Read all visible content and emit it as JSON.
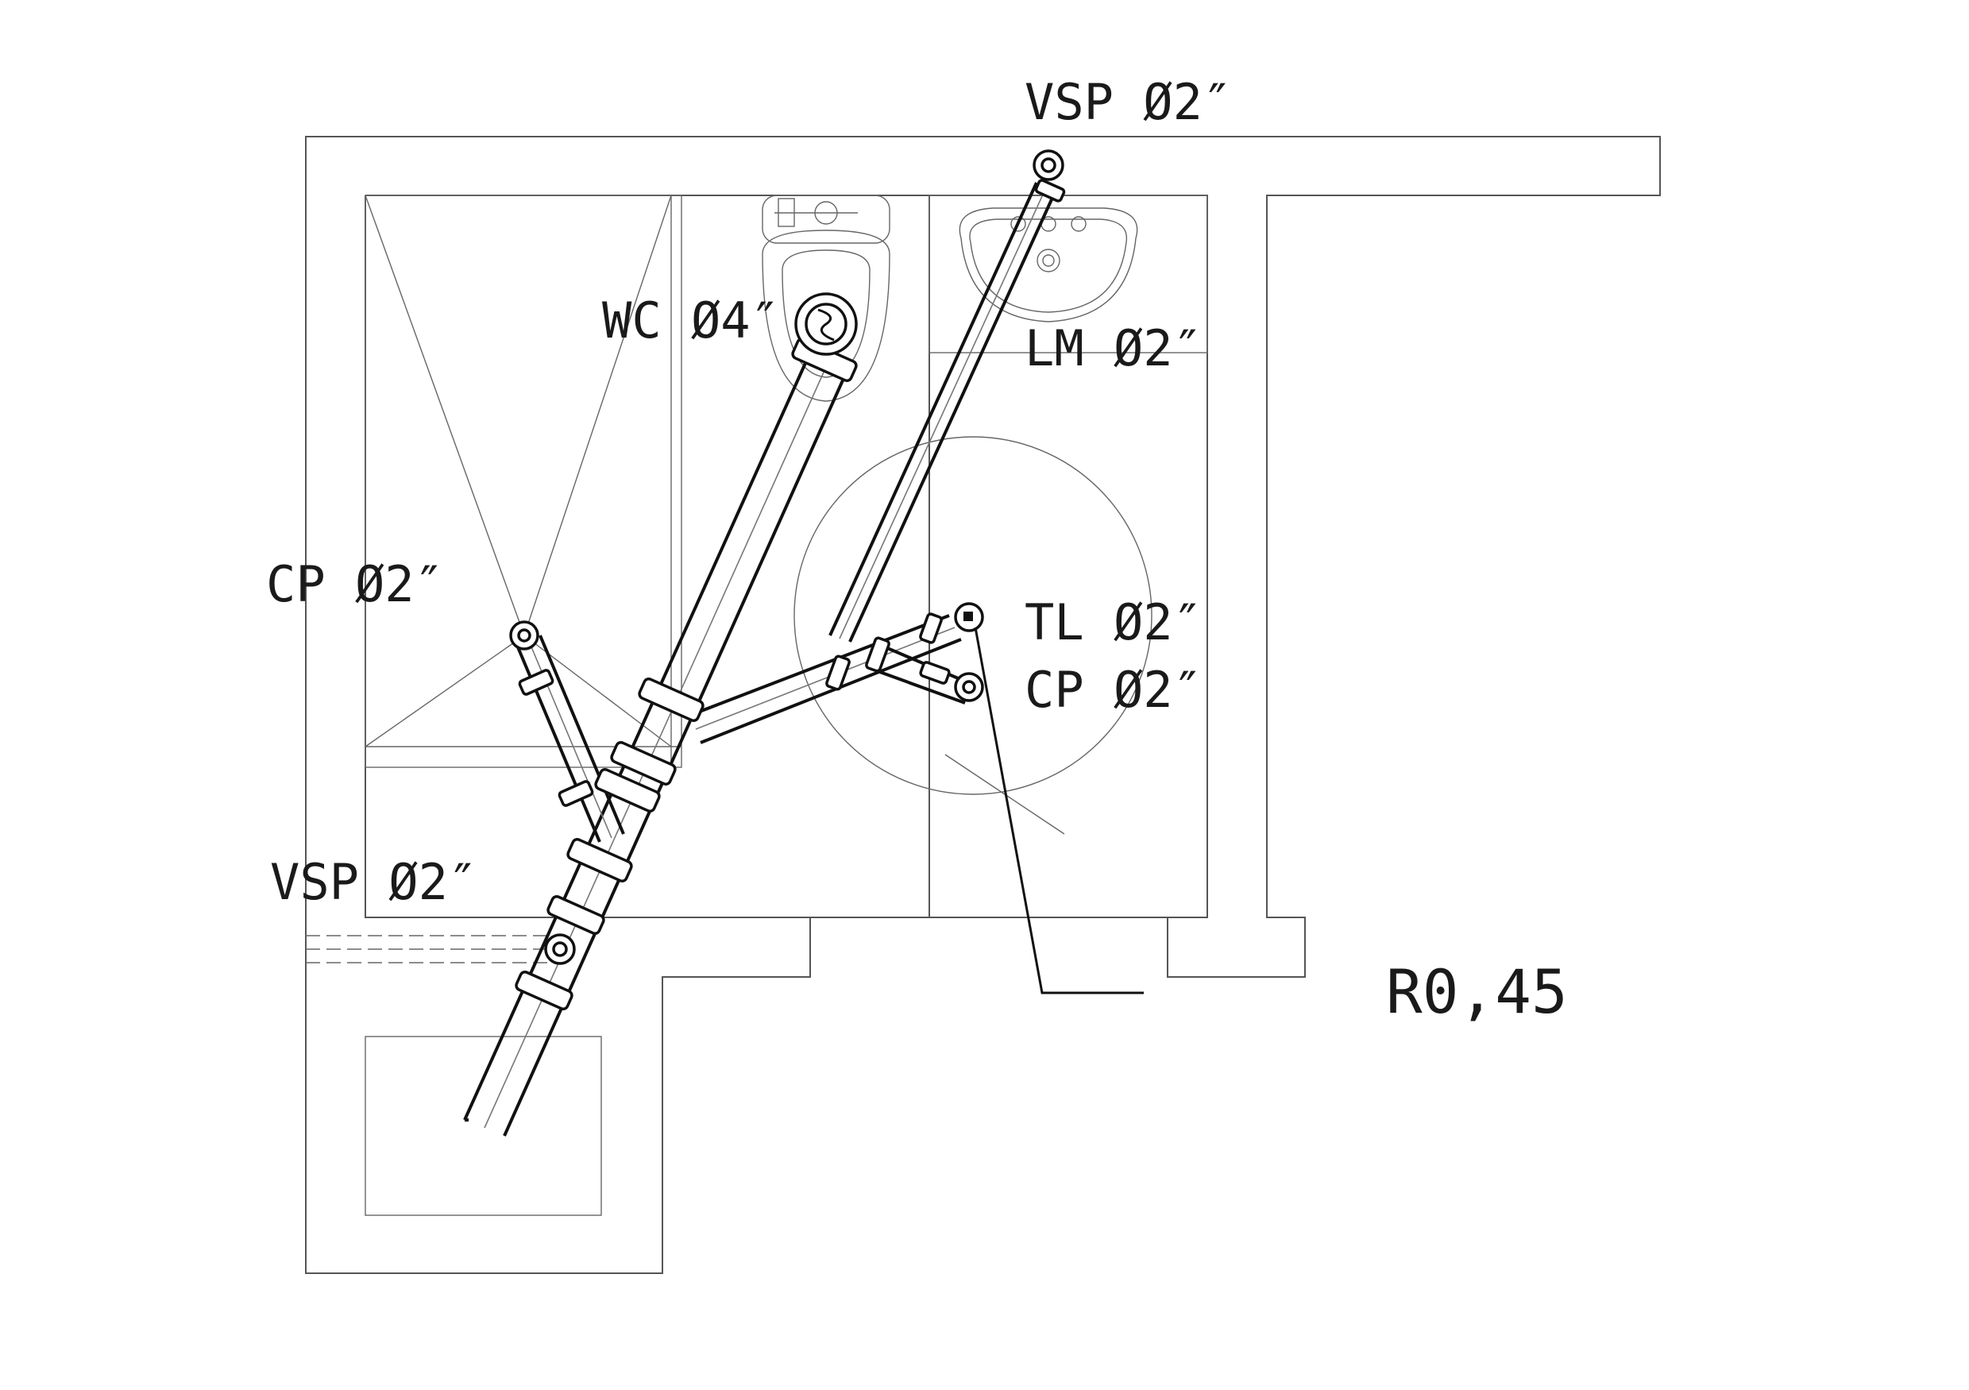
{
  "labels": {
    "vsp_top": "VSP Ø2″",
    "wc": "WC Ø4″",
    "lm": "LM Ø2″",
    "cp_left": "CP Ø2″",
    "tl": "TL Ø2″",
    "cp_right": "CP Ø2″",
    "vsp_left": "VSP Ø2″",
    "callout": "R0,45"
  },
  "colors": {
    "wall": "#555555",
    "pipe": "#111111",
    "text": "#1a1a1a"
  }
}
